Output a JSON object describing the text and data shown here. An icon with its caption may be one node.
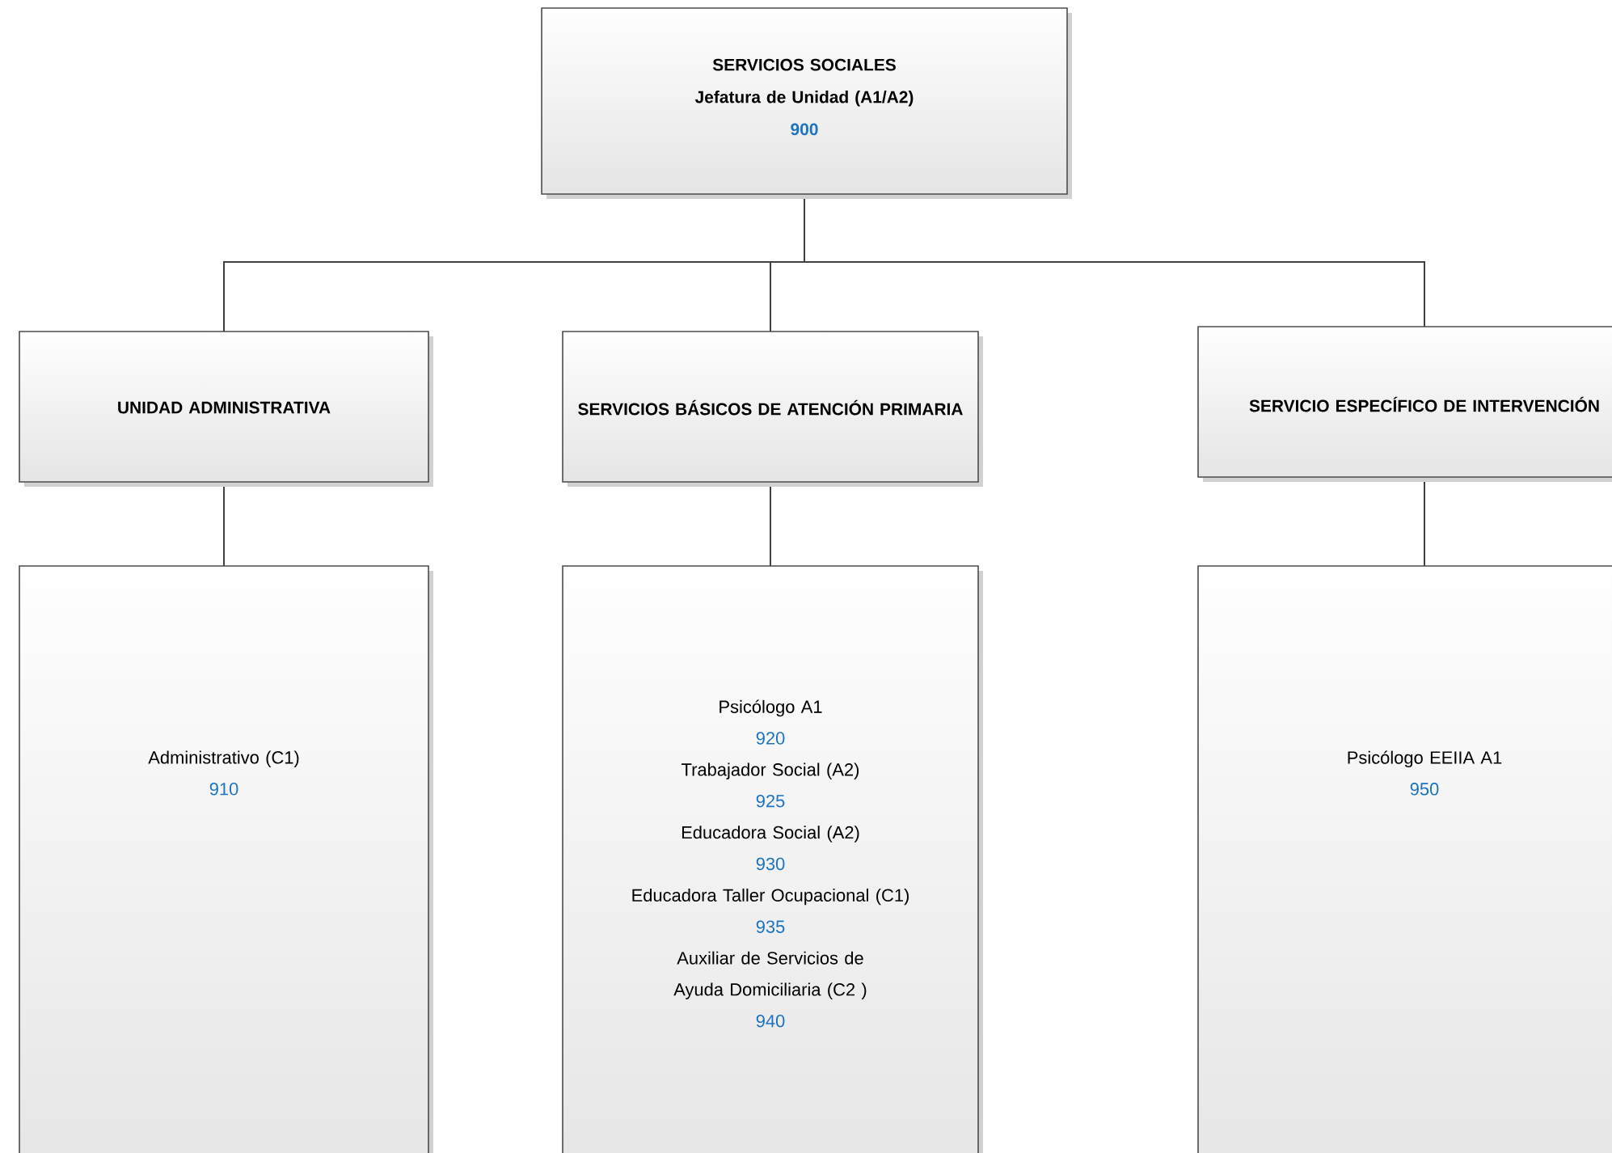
{
  "diagram": {
    "nodes": [
      {
        "text": [
          "SERVICIOS SOCIALES",
          "Jefatura de Unidad (A1/A2)",
          "900"
        ]
      },
      {
        "text": [
          "UNIDAD ADMINISTRATIVA"
        ]
      },
      {
        "text": [
          "SERVICIOS BÁSICOS DE ATENCIÓN PRIMARIA"
        ]
      },
      {
        "text": [
          "SERVICIO ESPECÍFICO DE INTERVENCIÓN"
        ]
      },
      {
        "text": [
          "Administrativo (C1)",
          "910"
        ]
      },
      {
        "text": [
          "Psicólogo A1",
          "920",
          "Trabajador Social (A2)",
          "925",
          "Educadora Social (A2)",
          "930",
          "Educadora Taller Ocupacional (C1)",
          "935",
          "Auxiliar de Servicios de Ayuda Domiciliaria (C2 )",
          "940"
        ]
      },
      {
        "text": [
          "Psicólogo EEIIA A1",
          "950"
        ]
      }
    ],
    "edges": [
      {
        "from": 0,
        "to": 1,
        "arrow": "none"
      },
      {
        "from": 0,
        "to": 2,
        "arrow": "none"
      },
      {
        "from": 0,
        "to": 3,
        "arrow": "none"
      },
      {
        "from": 1,
        "to": 4,
        "arrow": "none"
      },
      {
        "from": 2,
        "to": 5,
        "arrow": "none"
      },
      {
        "from": 3,
        "to": 6,
        "arrow": "none"
      }
    ]
  }
}
